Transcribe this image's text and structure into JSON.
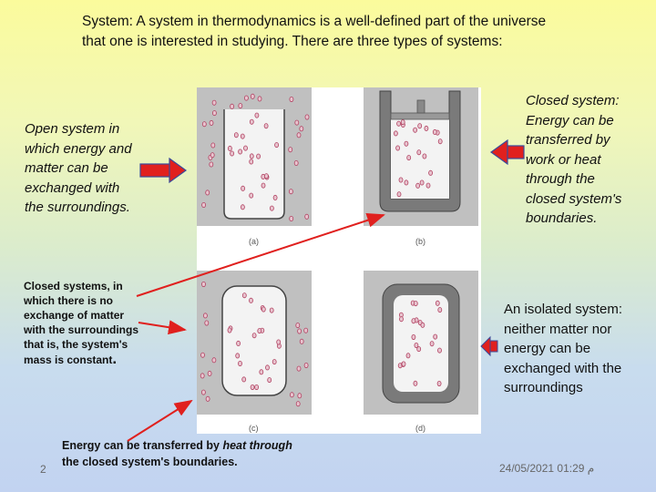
{
  "title": {
    "part1": "System:  A system in thermodynamics is a well-defined part of the universe",
    "part2": "that one is interested in studying. There are three types of systems:"
  },
  "open_system": {
    "line1": " Open system in",
    "line2": "which energy and",
    "line3": "matter can be",
    "line4": "exchanged with",
    "line5": "the surroundings."
  },
  "closed_system": {
    "line1": " Closed system:",
    "line2": "Energy can be",
    "line3": "transferred by",
    "line4": "work or heat",
    "line5": "through the",
    "line6": "closed system's",
    "line7": "boundaries."
  },
  "closed_mass": {
    "line1": "Closed systems, in",
    "line2": "which there is no",
    "line3": "exchange of matter",
    "line4": "with the surroundings",
    "line5": " that is, the system's",
    "line6": "mass is constant",
    "dot": "."
  },
  "isolated_system": {
    "line1": " An isolated system:",
    "line2": " neither matter nor",
    "line3": "energy can be",
    "line4": "exchanged with the",
    "line5": "surroundings"
  },
  "bottom_note": {
    "line1a": "Energy can be transferred by ",
    "line1b": "heat through",
    "line2": "the closed system's boundaries."
  },
  "diagram_labels": {
    "a": "(a)",
    "b": "(b)",
    "c": "(c)",
    "d": "(d)"
  },
  "footer": {
    "page_number": "2",
    "datetime": "م 01:29 24/05/2021"
  },
  "colors": {
    "arrow_red": "#e0201e",
    "panel_gray": "#c0c0c0",
    "wall_gray": "#7a7a7a",
    "particle": "#c04060"
  }
}
